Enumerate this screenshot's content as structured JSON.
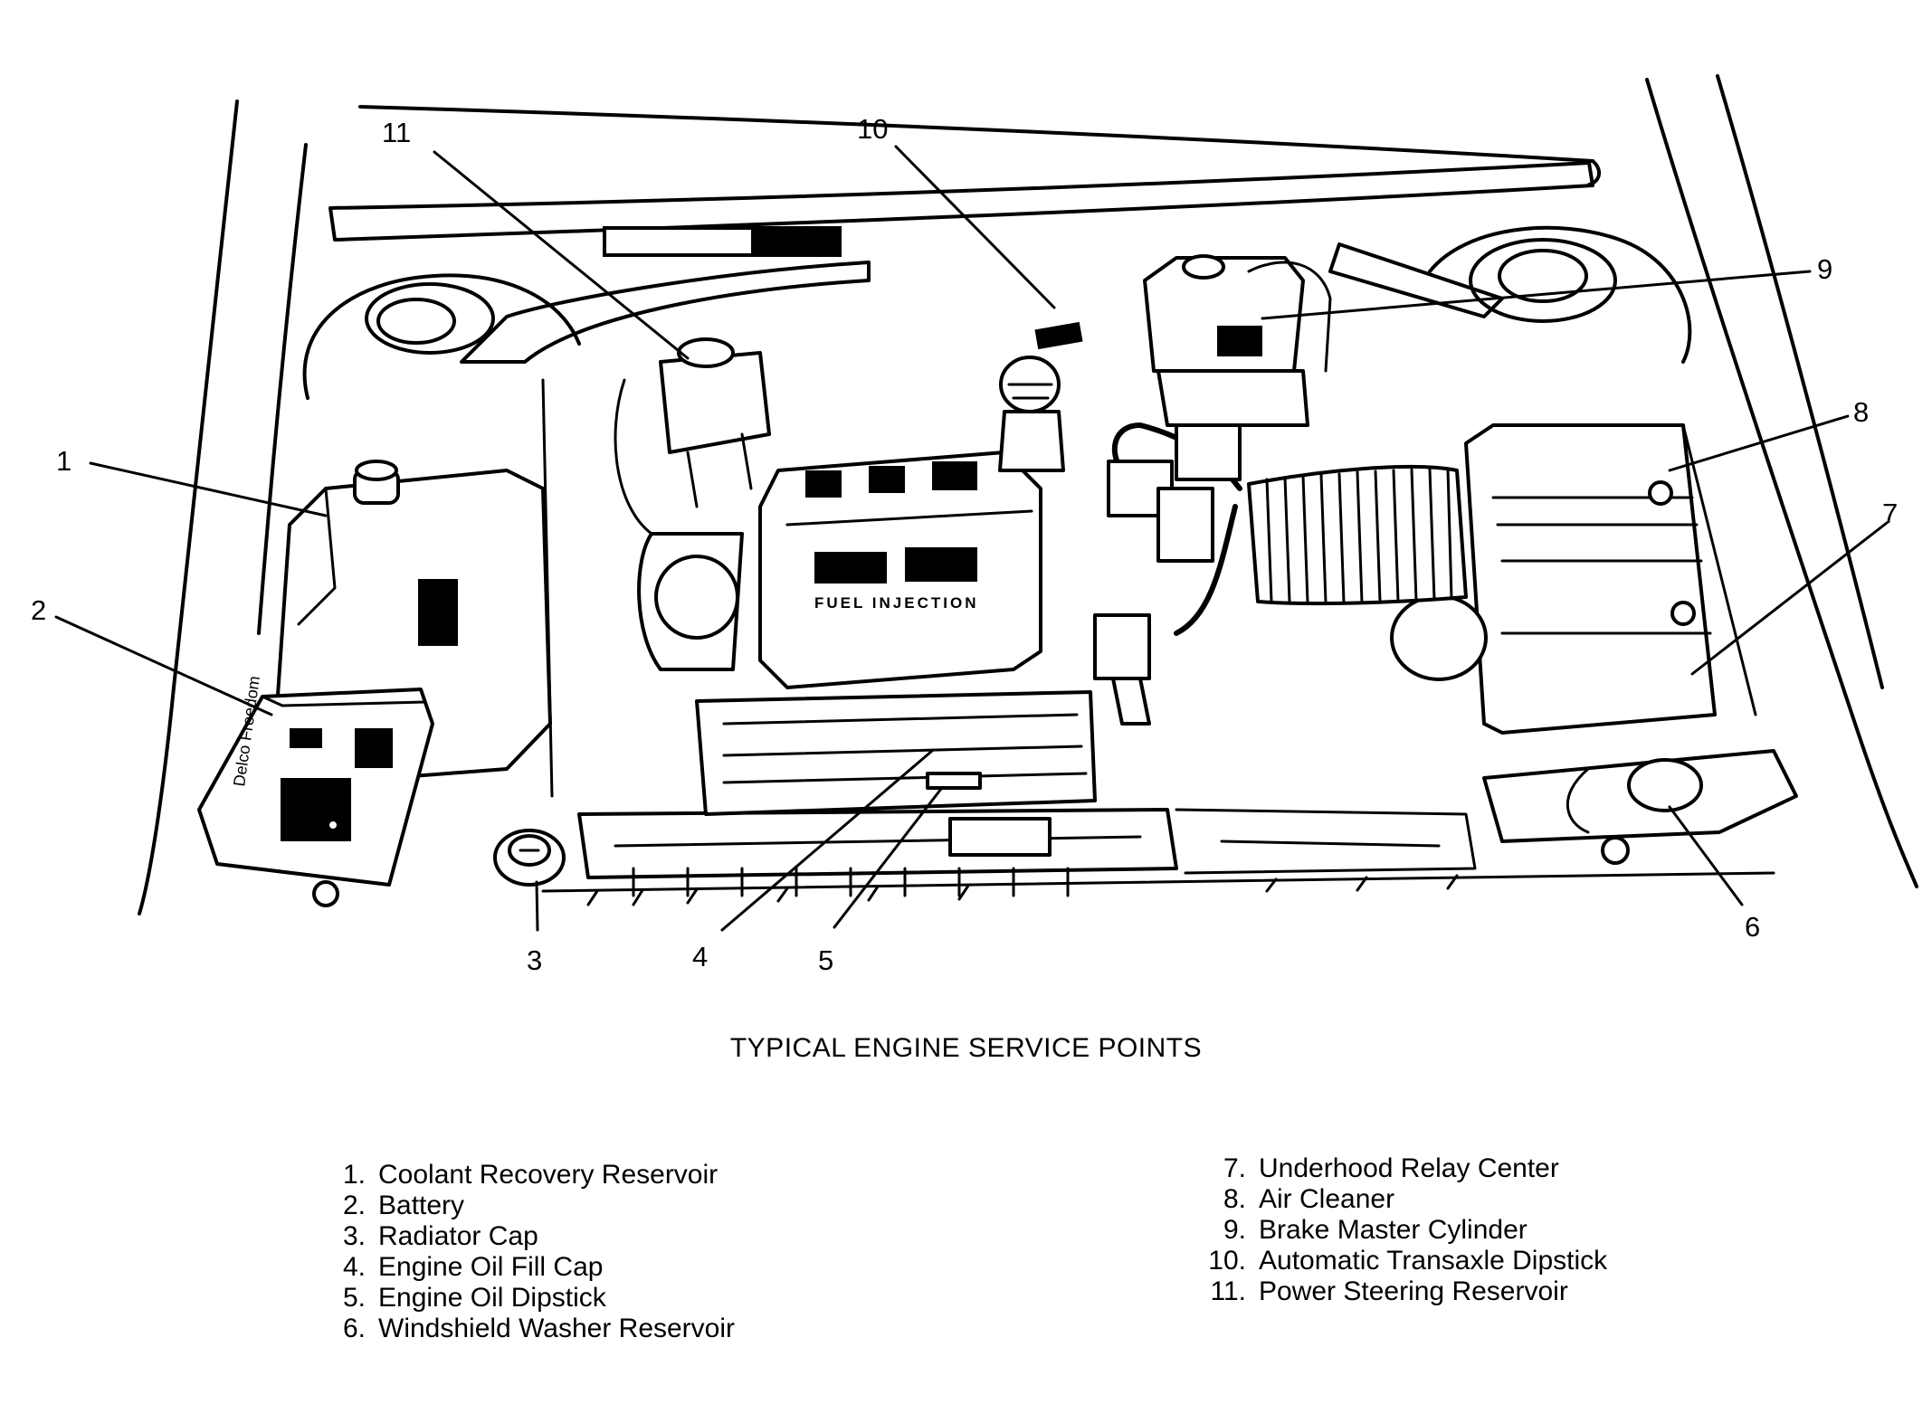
{
  "diagram": {
    "title": "TYPICAL ENGINE SERVICE POINTS",
    "callouts": [
      "1",
      "2",
      "3",
      "4",
      "5",
      "6",
      "7",
      "8",
      "9",
      "10",
      "11"
    ],
    "label_fuel_injection": "FUEL INJECTION",
    "label_battery": "Delco Freedom"
  },
  "legend": {
    "left": [
      {
        "num": "1.",
        "text": "Coolant Recovery Reservoir"
      },
      {
        "num": "2.",
        "text": "Battery"
      },
      {
        "num": "3.",
        "text": "Radiator Cap"
      },
      {
        "num": "4.",
        "text": "Engine Oil Fill Cap"
      },
      {
        "num": "5.",
        "text": "Engine Oil Dipstick"
      },
      {
        "num": "6.",
        "text": "Windshield Washer Reservoir"
      }
    ],
    "right": [
      {
        "num": "7.",
        "text": "Underhood Relay Center"
      },
      {
        "num": "8.",
        "text": "Air Cleaner"
      },
      {
        "num": "9.",
        "text": "Brake Master Cylinder"
      },
      {
        "num": "10.",
        "text": "Automatic Transaxle Dipstick"
      },
      {
        "num": "11.",
        "text": "Power Steering Reservoir"
      }
    ]
  }
}
